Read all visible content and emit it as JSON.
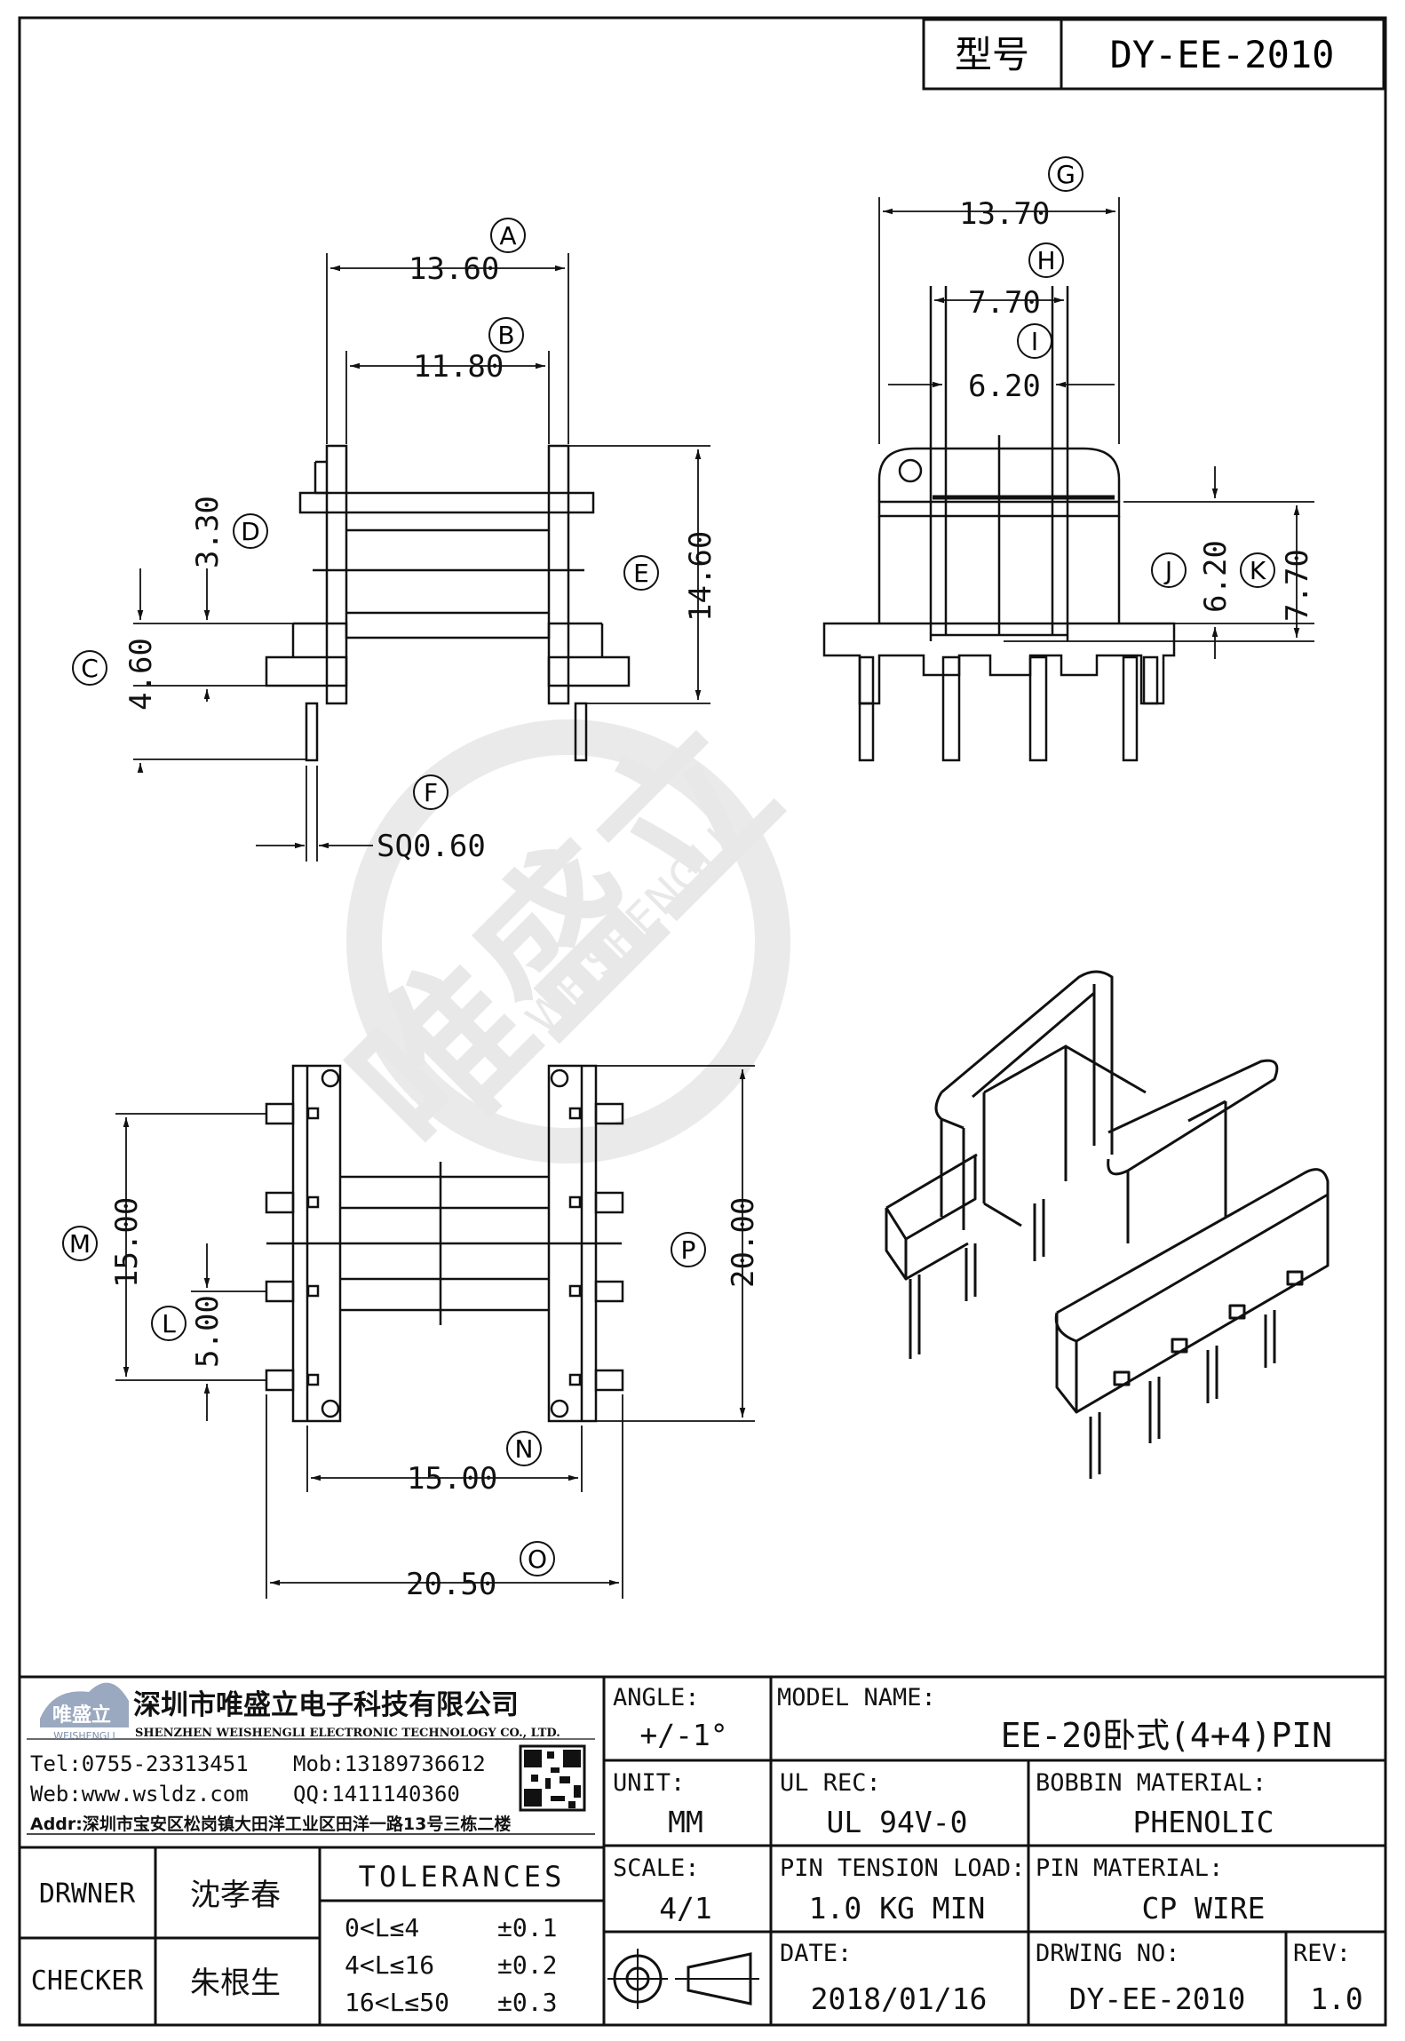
{
  "model_box": {
    "label": "型号",
    "value": "DY-EE-2010"
  },
  "dimensions": {
    "A": "13.60",
    "B": "11.80",
    "C": "4.60",
    "D": "3.30",
    "E": "14.60",
    "F": "SQ0.60",
    "G": "13.70",
    "H": "7.70",
    "I": "6.20",
    "J": "6.20",
    "K": "7.70",
    "L": "5.00",
    "M": "15.00",
    "N": "15.00",
    "O": "20.50",
    "P": "20.00"
  },
  "markers": [
    "A",
    "B",
    "C",
    "D",
    "E",
    "F",
    "G",
    "H",
    "I",
    "J",
    "K",
    "L",
    "M",
    "N",
    "O",
    "P"
  ],
  "watermark": {
    "cn": "唯盛立",
    "en": "WEISHENGLI"
  },
  "company": {
    "logo_text": "唯盛立",
    "logo_sub": "WEISHENGLI",
    "name_cn": "深圳市唯盛立电子科技有限公司",
    "name_en": "SHENZHEN WEISHENGLI ELECTRONIC TECHNOLOGY CO., LTD.",
    "tel": "Tel:0755-23313451",
    "mob": "Mob:13189736612",
    "web": "Web:www.wsldz.com",
    "qq": "QQ:1411140360",
    "addr": "Addr:深圳市宝安区松岗镇大田洋工业区田洋一路13号三栋二楼"
  },
  "title_block": {
    "angle_label": "ANGLE:",
    "angle_value": "+/-1°",
    "model_label": "MODEL NAME:",
    "model_value": "EE-20卧式(4+4)PIN",
    "unit_label": "UNIT:",
    "unit_value": "MM",
    "ul_label": "UL REC:",
    "ul_value": "UL 94V-0",
    "bobbin_label": "BOBBIN MATERIAL:",
    "bobbin_value": "PHENOLIC",
    "scale_label": "SCALE:",
    "scale_value": "4/1",
    "tension_label": "PIN TENSION LOAD:",
    "tension_value": "1.0 KG MIN",
    "pin_label": "PIN MATERIAL:",
    "pin_value": "CP WIRE",
    "date_label": "DATE:",
    "date_value": "2018/01/16",
    "dwg_label": "DRWING NO:",
    "dwg_value": "DY-EE-2010",
    "rev_label": "REV:",
    "rev_value": "1.0",
    "drawer_label": "DRWNER",
    "drawer_value": "沈孝春",
    "checker_label": "CHECKER",
    "checker_value": "朱根生",
    "tol_title": "TOLERANCES",
    "tol": [
      {
        "range": "0<L≤4",
        "value": "±0.1"
      },
      {
        "range": "4<L≤16",
        "value": "±0.2"
      },
      {
        "range": "16<L≤50",
        "value": "±0.3"
      }
    ]
  }
}
